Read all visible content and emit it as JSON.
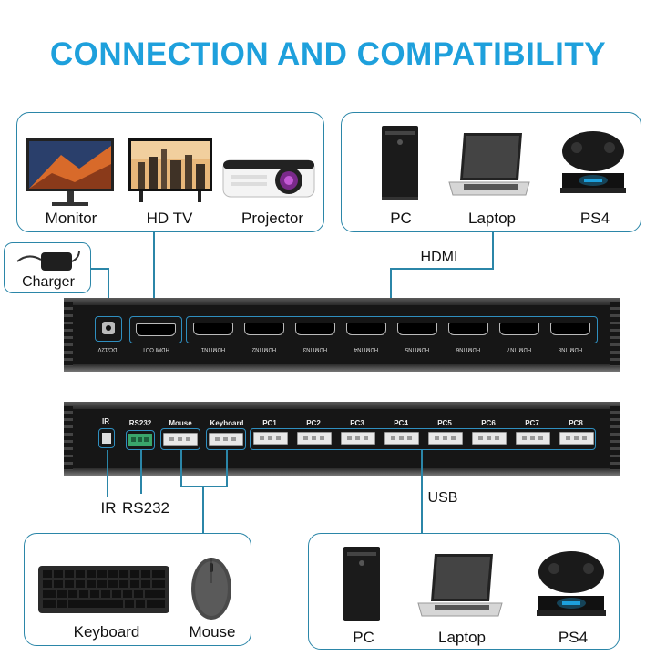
{
  "title": "CONNECTION AND COMPATIBILITY",
  "displays": {
    "items": [
      "Monitor",
      "HD TV",
      "Projector"
    ]
  },
  "sources_top": {
    "items": [
      "PC",
      "Laptop",
      "PS4"
    ],
    "connector": "HDMI"
  },
  "charger": {
    "label": "Charger"
  },
  "hdmi_panel": {
    "power_label": "DC/12V",
    "out_label": "HDMI OUT",
    "inputs": [
      "HDMI IN1",
      "HDMI IN2",
      "HDMI IN3",
      "HDMI IN4",
      "HDMI IN5",
      "HDMI IN6",
      "HDMI IN7",
      "HDMI IN8"
    ]
  },
  "usb_panel": {
    "ir_label": "IR",
    "rs232_label": "RS232",
    "mouse_label": "Mouse",
    "keyboard_label": "Keyboard",
    "pcs": [
      "PC1",
      "PC2",
      "PC3",
      "PC4",
      "PC5",
      "PC6",
      "PC7",
      "PC8"
    ]
  },
  "callouts": {
    "ir": "IR",
    "rs232": "RS232",
    "usb": "USB"
  },
  "peripherals": {
    "items": [
      "Keyboard",
      "Mouse"
    ]
  },
  "sources_bottom": {
    "items": [
      "PC",
      "Laptop",
      "PS4"
    ]
  },
  "colors": {
    "accent": "#1ea0dc",
    "line": "#2b86a8",
    "panel": "#161616"
  }
}
